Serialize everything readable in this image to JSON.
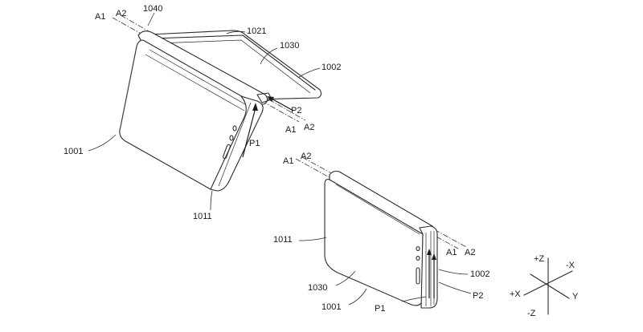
{
  "figure": {
    "upper_device": {
      "label_1040": "1040",
      "label_1021": "1021",
      "label_1030": "1030",
      "label_1002": "1002",
      "label_1001": "1001",
      "label_1011": "1011",
      "axis_a1": "A1",
      "axis_a2": "A2",
      "axis_a1_end": "A1",
      "axis_a2_end": "A2",
      "arrow_p1": "P1",
      "arrow_p2": "P2"
    },
    "lower_device": {
      "label_1011": "1011",
      "label_1030": "1030",
      "label_1001": "1001",
      "label_1002": "1002",
      "axis_a1": "A1",
      "axis_a2": "A2",
      "axis_a1_end": "A1",
      "axis_a2_end": "A2",
      "arrow_p1": "P1",
      "arrow_p2": "P2"
    },
    "coordinate_axes": {
      "plus_z": "+Z",
      "minus_x": "-X",
      "plus_x": "+X",
      "y": "Y",
      "minus_z": "-Z"
    }
  }
}
